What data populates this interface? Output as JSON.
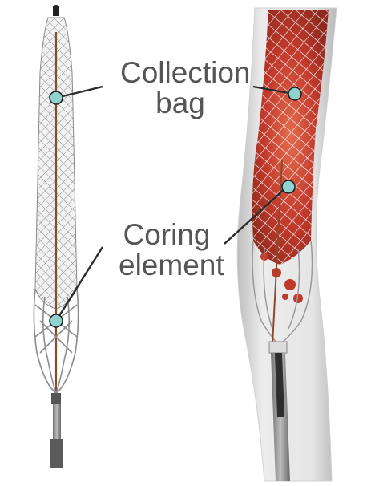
{
  "labels": {
    "collection_bag": [
      "Collection",
      "bag"
    ],
    "coring_element": [
      "Coring",
      "element"
    ]
  },
  "colors": {
    "marker_fill": "#8fd3cf",
    "marker_stroke": "#1a1a1a",
    "clot_red": "#c0392b",
    "mesh": "#9a9a9a",
    "wire": "#8b4a2b",
    "text": "#555555"
  }
}
